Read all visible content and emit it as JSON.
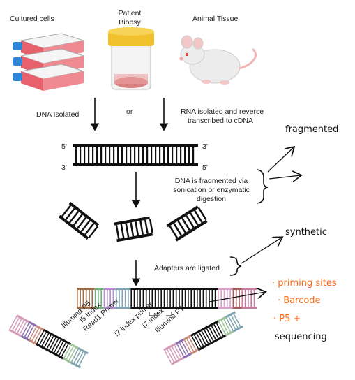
{
  "sources": {
    "cultured_cells": "Cultured cells",
    "patient_biopsy_line1": "Patient",
    "patient_biopsy_line2": "Biopsy",
    "animal_tissue": "Animal Tissue"
  },
  "steps": {
    "dna_isolated": "DNA Isolated",
    "or": "or",
    "rna_line1": "RNA isolated and reverse",
    "rna_line2": "transcribed to cDNA",
    "fragment_line1": "DNA is fragmented via",
    "fragment_line2": "sonication or enzymatic",
    "fragment_line3": "digestion",
    "adapters": "Adapters are ligated"
  },
  "dna_ends": {
    "top_left": "5'",
    "top_right": "3'",
    "bottom_left": "3'",
    "bottom_right": "5'"
  },
  "adapter_labels": {
    "illumina_p5": "Illumina P5",
    "i5_index": "i5 Index",
    "read1_primer": "Read1 Primer",
    "i7_index_primer": "i7 index primer",
    "i7_index": "i7 Index",
    "illumina_p7": "Illumina P7"
  },
  "annotations": {
    "fragmented": "fragmented",
    "synthetic": "synthetic",
    "priming_sites": "· priming sites",
    "barcode": "· Barcode",
    "p5": "· P5 +",
    "sequencing": "sequencing"
  },
  "colors": {
    "flask_pink": "#e8606b",
    "cap_blue": "#2f86d6",
    "lid_yellow": "#f2c12e",
    "annotation_orange": "#ff6a13"
  },
  "icons": [
    "culture-flask-icon",
    "specimen-jar-icon",
    "mouse-icon"
  ]
}
